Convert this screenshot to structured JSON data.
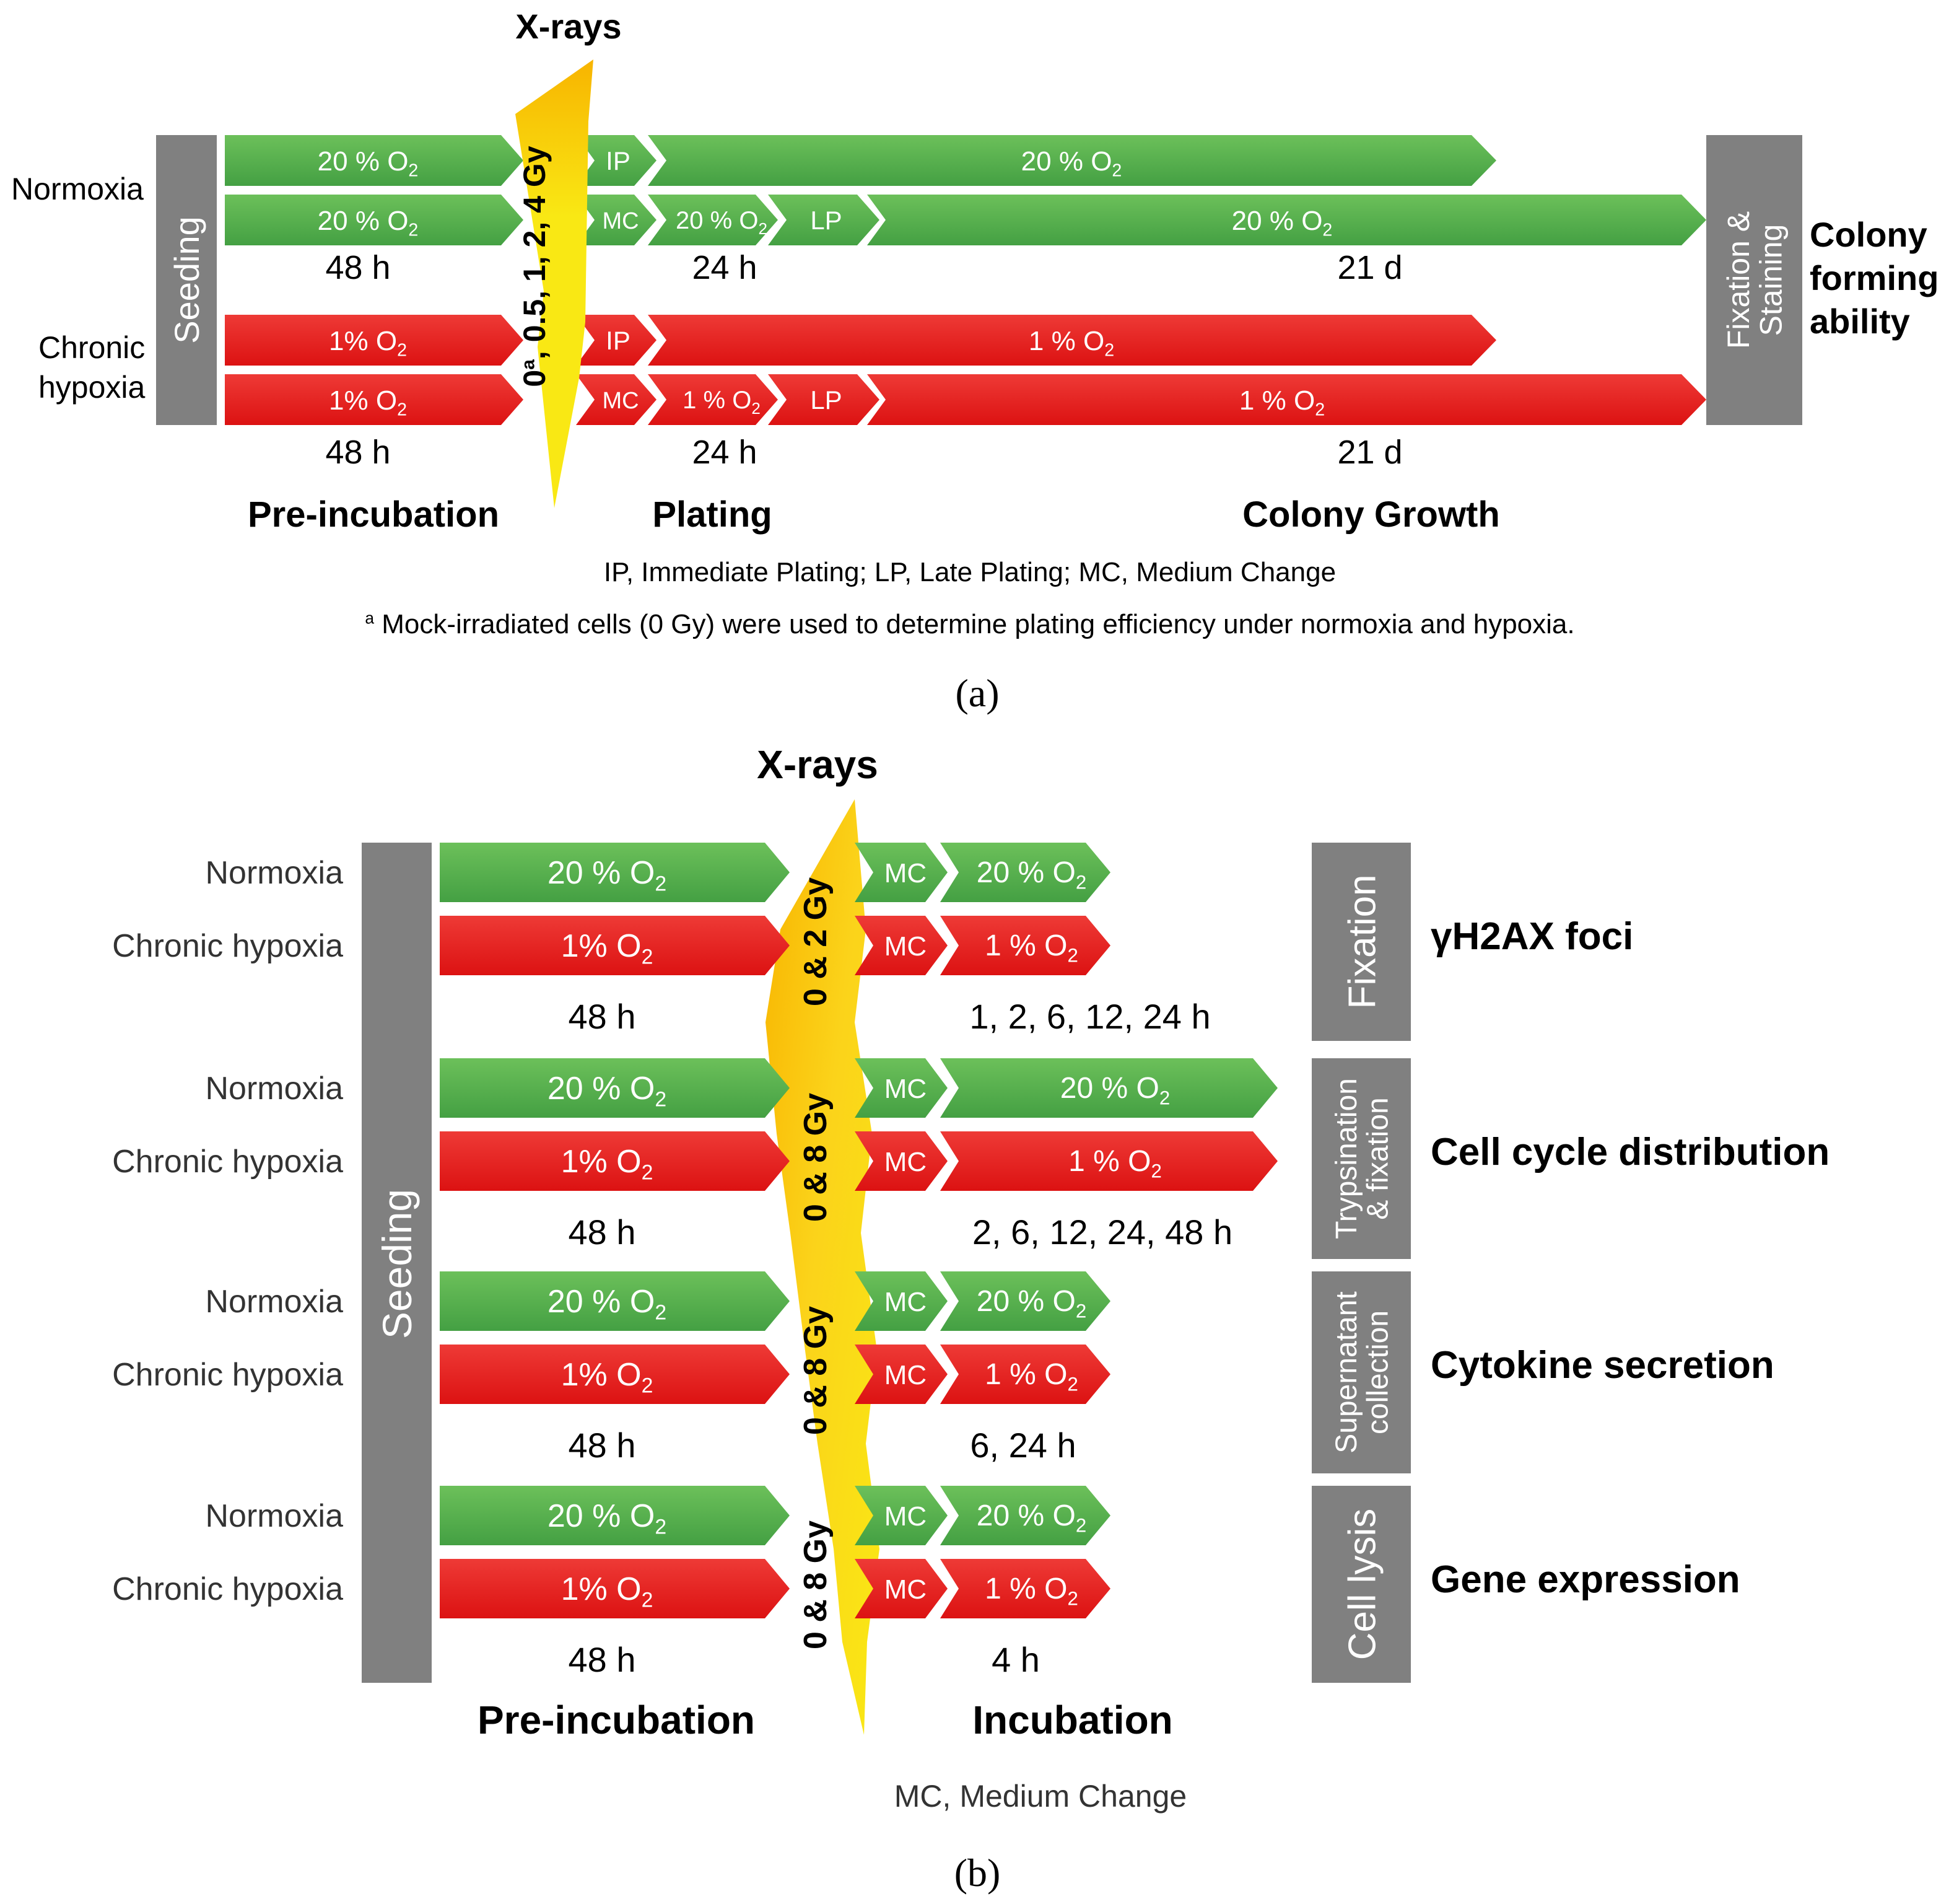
{
  "colors": {
    "green": "#44a043",
    "green_light": "#6cc05a",
    "red": "#dc1212",
    "red_light": "#ee3a36",
    "gray": "#808080",
    "yellow": "#f9e814",
    "orange": "#f8b400"
  },
  "panel_a": {
    "xrays": "X-rays",
    "dose_label": "0a, 0.5, 1, 2, 4 Gy",
    "seeding": "Seeding",
    "fixation": "Fixation & Staining",
    "groups": [
      {
        "label": "Normoxia",
        "rows": [
          {
            "pre": "20 % O2",
            "steps": [
              "IP",
              "20 % O2"
            ]
          },
          {
            "pre": "20 % O2",
            "steps": [
              "MC",
              "20 % O2",
              "LP",
              "20 % O2"
            ]
          }
        ],
        "times": [
          "48 h",
          "24 h",
          "21 d"
        ]
      },
      {
        "label": "Chronic hypoxia",
        "rows": [
          {
            "pre": "1% O2",
            "steps": [
              "IP",
              "1 % O2"
            ]
          },
          {
            "pre": "1% O2",
            "steps": [
              "MC",
              "1 % O2",
              "LP",
              "1 % O2"
            ]
          }
        ],
        "times": [
          "48 h",
          "24 h",
          "21 d"
        ]
      }
    ],
    "outcome": "Colony forming ability",
    "phases": [
      "Pre-incubation",
      "Plating",
      "Colony Growth"
    ],
    "abbrev": "IP, Immediate Plating; LP, Late Plating; MC, Medium Change",
    "footnote": "a Mock-irradiated cells (0 Gy) were used to determine plating efficiency under normoxia and hypoxia.",
    "caption": "(a)"
  },
  "panel_b": {
    "xrays": "X-rays",
    "seeding": "Seeding",
    "blocks": [
      {
        "dose": "0 & 2 Gy",
        "normoxia": "Normoxia",
        "hypoxia": "Chronic hypoxia",
        "pre_n": "20 % O2",
        "pre_h": "1% O2",
        "pre_time": "48 h",
        "mc": "MC",
        "inc_n": "20 % O2",
        "inc_h": "1 % O2",
        "times": "1, 2, 6, 12, 24 h",
        "end": "Fixation",
        "outcome": "γH2AX foci"
      },
      {
        "dose": "0 & 8 Gy",
        "normoxia": "Normoxia",
        "hypoxia": "Chronic hypoxia",
        "pre_n": "20 % O2",
        "pre_h": "1% O2",
        "pre_time": "48 h",
        "mc": "MC",
        "inc_n": "20 % O2",
        "inc_h": "1 % O2",
        "times": "2, 6, 12, 24, 48 h",
        "end": "Trypsination & fixation",
        "outcome": "Cell cycle distribution"
      },
      {
        "dose": "0 & 8 Gy",
        "normoxia": "Normoxia",
        "hypoxia": "Chronic hypoxia",
        "pre_n": "20 % O2",
        "pre_h": "1% O2",
        "pre_time": "48 h",
        "mc": "MC",
        "inc_n": "20 % O2",
        "inc_h": "1 % O2",
        "times": "6, 24 h",
        "end": "Supernatant collection",
        "outcome": "Cytokine secretion"
      },
      {
        "dose": "0 & 8 Gy",
        "normoxia": "Normoxia",
        "hypoxia": "Chronic hypoxia",
        "pre_n": "20 % O2",
        "pre_h": "1% O2",
        "pre_time": "48 h",
        "mc": "MC",
        "inc_n": "20 % O2",
        "inc_h": "1 % O2",
        "times": "4 h",
        "end": "Cell lysis",
        "outcome": "Gene expression"
      }
    ],
    "phases": [
      "Pre-incubation",
      "Incubation"
    ],
    "abbrev": "MC, Medium Change",
    "caption": "(b)"
  }
}
